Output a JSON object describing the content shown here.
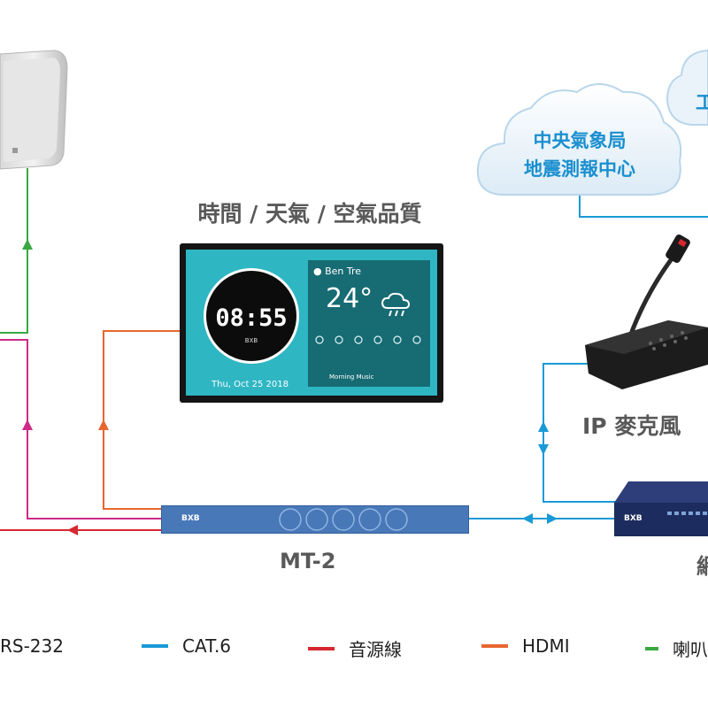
{
  "colors": {
    "cat6": "#1a9ad6",
    "audio": "#d7272f",
    "hdmi": "#e8662d",
    "speaker": "#3aa841",
    "rs232": "#cc2a86",
    "cloud_text": "#1a8fcf"
  },
  "cloud": {
    "line1": "中央氣象局",
    "line2": "地震測報中心",
    "edge_char": "工"
  },
  "display": {
    "title": "時間 / 天氣 / 空氣品質",
    "clock": "08:55",
    "clock_brand": "BXB",
    "date": "Thu, Oct 25 2018",
    "location": "Ben Tre",
    "temperature": "24°",
    "now_playing": "Morning Music"
  },
  "mic": {
    "label": "IP 麥克風"
  },
  "controller": {
    "label": "MT-2",
    "brand": "BXB"
  },
  "switch": {
    "brand": "BXB",
    "label_partial": "網"
  },
  "legend": [
    {
      "label": "RS-232",
      "color_key": "rs232"
    },
    {
      "label": "CAT.6",
      "color_key": "cat6"
    },
    {
      "label": "音源線",
      "color_key": "audio"
    },
    {
      "label": "HDMI",
      "color_key": "hdmi"
    },
    {
      "label": "喇叭",
      "color_key": "speaker"
    }
  ]
}
